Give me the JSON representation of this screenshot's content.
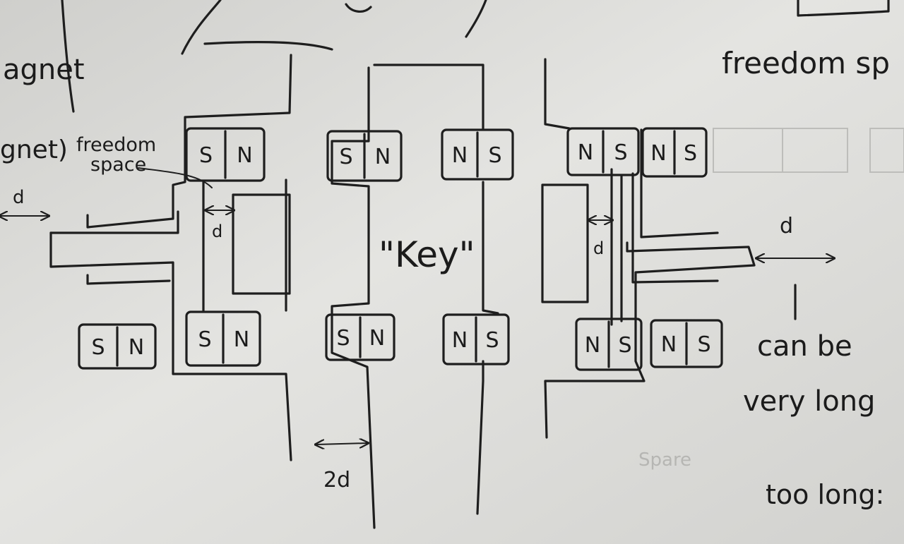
{
  "labels": {
    "magnet_top": "agnet",
    "magnet_side": "gnet)",
    "freedom_space_left": "freedom space",
    "freedom_space_top_right": "freedom sp",
    "key": "\"Key\"",
    "d": "d",
    "two_d": "2d",
    "can_be_very_long": "can be very long",
    "too_long": "too long:",
    "faint_text": "Spare"
  },
  "magnets": [
    {
      "id": "m1",
      "left": "S",
      "right": "N"
    },
    {
      "id": "m2",
      "left": "S",
      "right": "N"
    },
    {
      "id": "m3",
      "left": "N",
      "right": "S"
    },
    {
      "id": "m4",
      "left": "N",
      "right": "S"
    },
    {
      "id": "m5",
      "left": "N",
      "right": "S"
    },
    {
      "id": "m6",
      "left": "S",
      "right": "N"
    },
    {
      "id": "m7",
      "left": "S",
      "right": "N"
    },
    {
      "id": "m8",
      "left": "S",
      "right": "N"
    },
    {
      "id": "m9",
      "left": "N",
      "right": "S"
    },
    {
      "id": "m10",
      "left": "N",
      "right": "S"
    },
    {
      "id": "m11",
      "left": "N",
      "right": "S"
    }
  ]
}
